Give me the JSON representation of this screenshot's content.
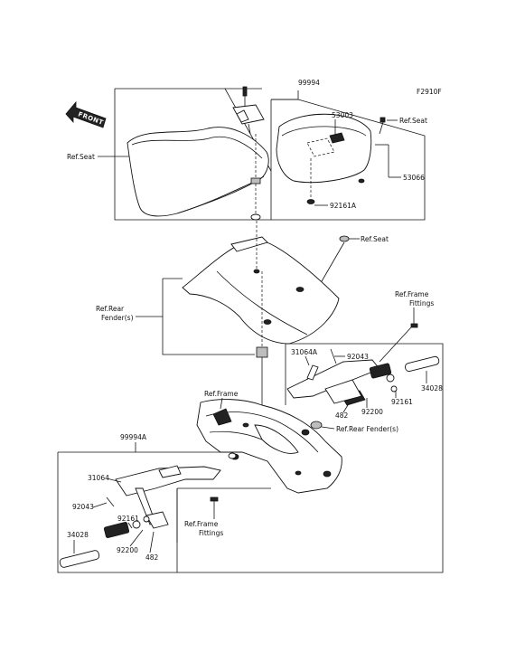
{
  "figure_code": "F2910F",
  "front_badge": "FRONT",
  "labels": {
    "kit_99994": "99994",
    "kit_99994a": "99994A",
    "p53003": "53003",
    "p53066": "53066",
    "p92161a": "92161A",
    "p31064a": "31064A",
    "p92043_right": "92043",
    "p34028_right": "34028",
    "p92161_right": "92161",
    "p92200_right": "92200",
    "p482_right": "482",
    "p31064": "31064",
    "p92043_left": "92043",
    "p92161_left": "92161",
    "p34028_left": "34028",
    "p92200_left": "92200",
    "p482_left": "482",
    "ref_seat_left": "Ref.Seat",
    "ref_seat_top": "Ref.Seat",
    "ref_seat_mid": "Ref.Seat",
    "ref_rear_fender_line1": "Ref.Rear",
    "ref_rear_fender_line2": "Fender(s)",
    "ref_frame_fittings_top_line1": "Ref.Frame",
    "ref_frame_fittings_top_line2": "Fittings",
    "ref_frame": "Ref.Frame",
    "ref_rear_fender_s": "Ref.Rear Fender(s)",
    "ref_frame_fittings_bottom_line1": "Ref.Frame",
    "ref_frame_fittings_bottom_line2": "Fittings"
  }
}
